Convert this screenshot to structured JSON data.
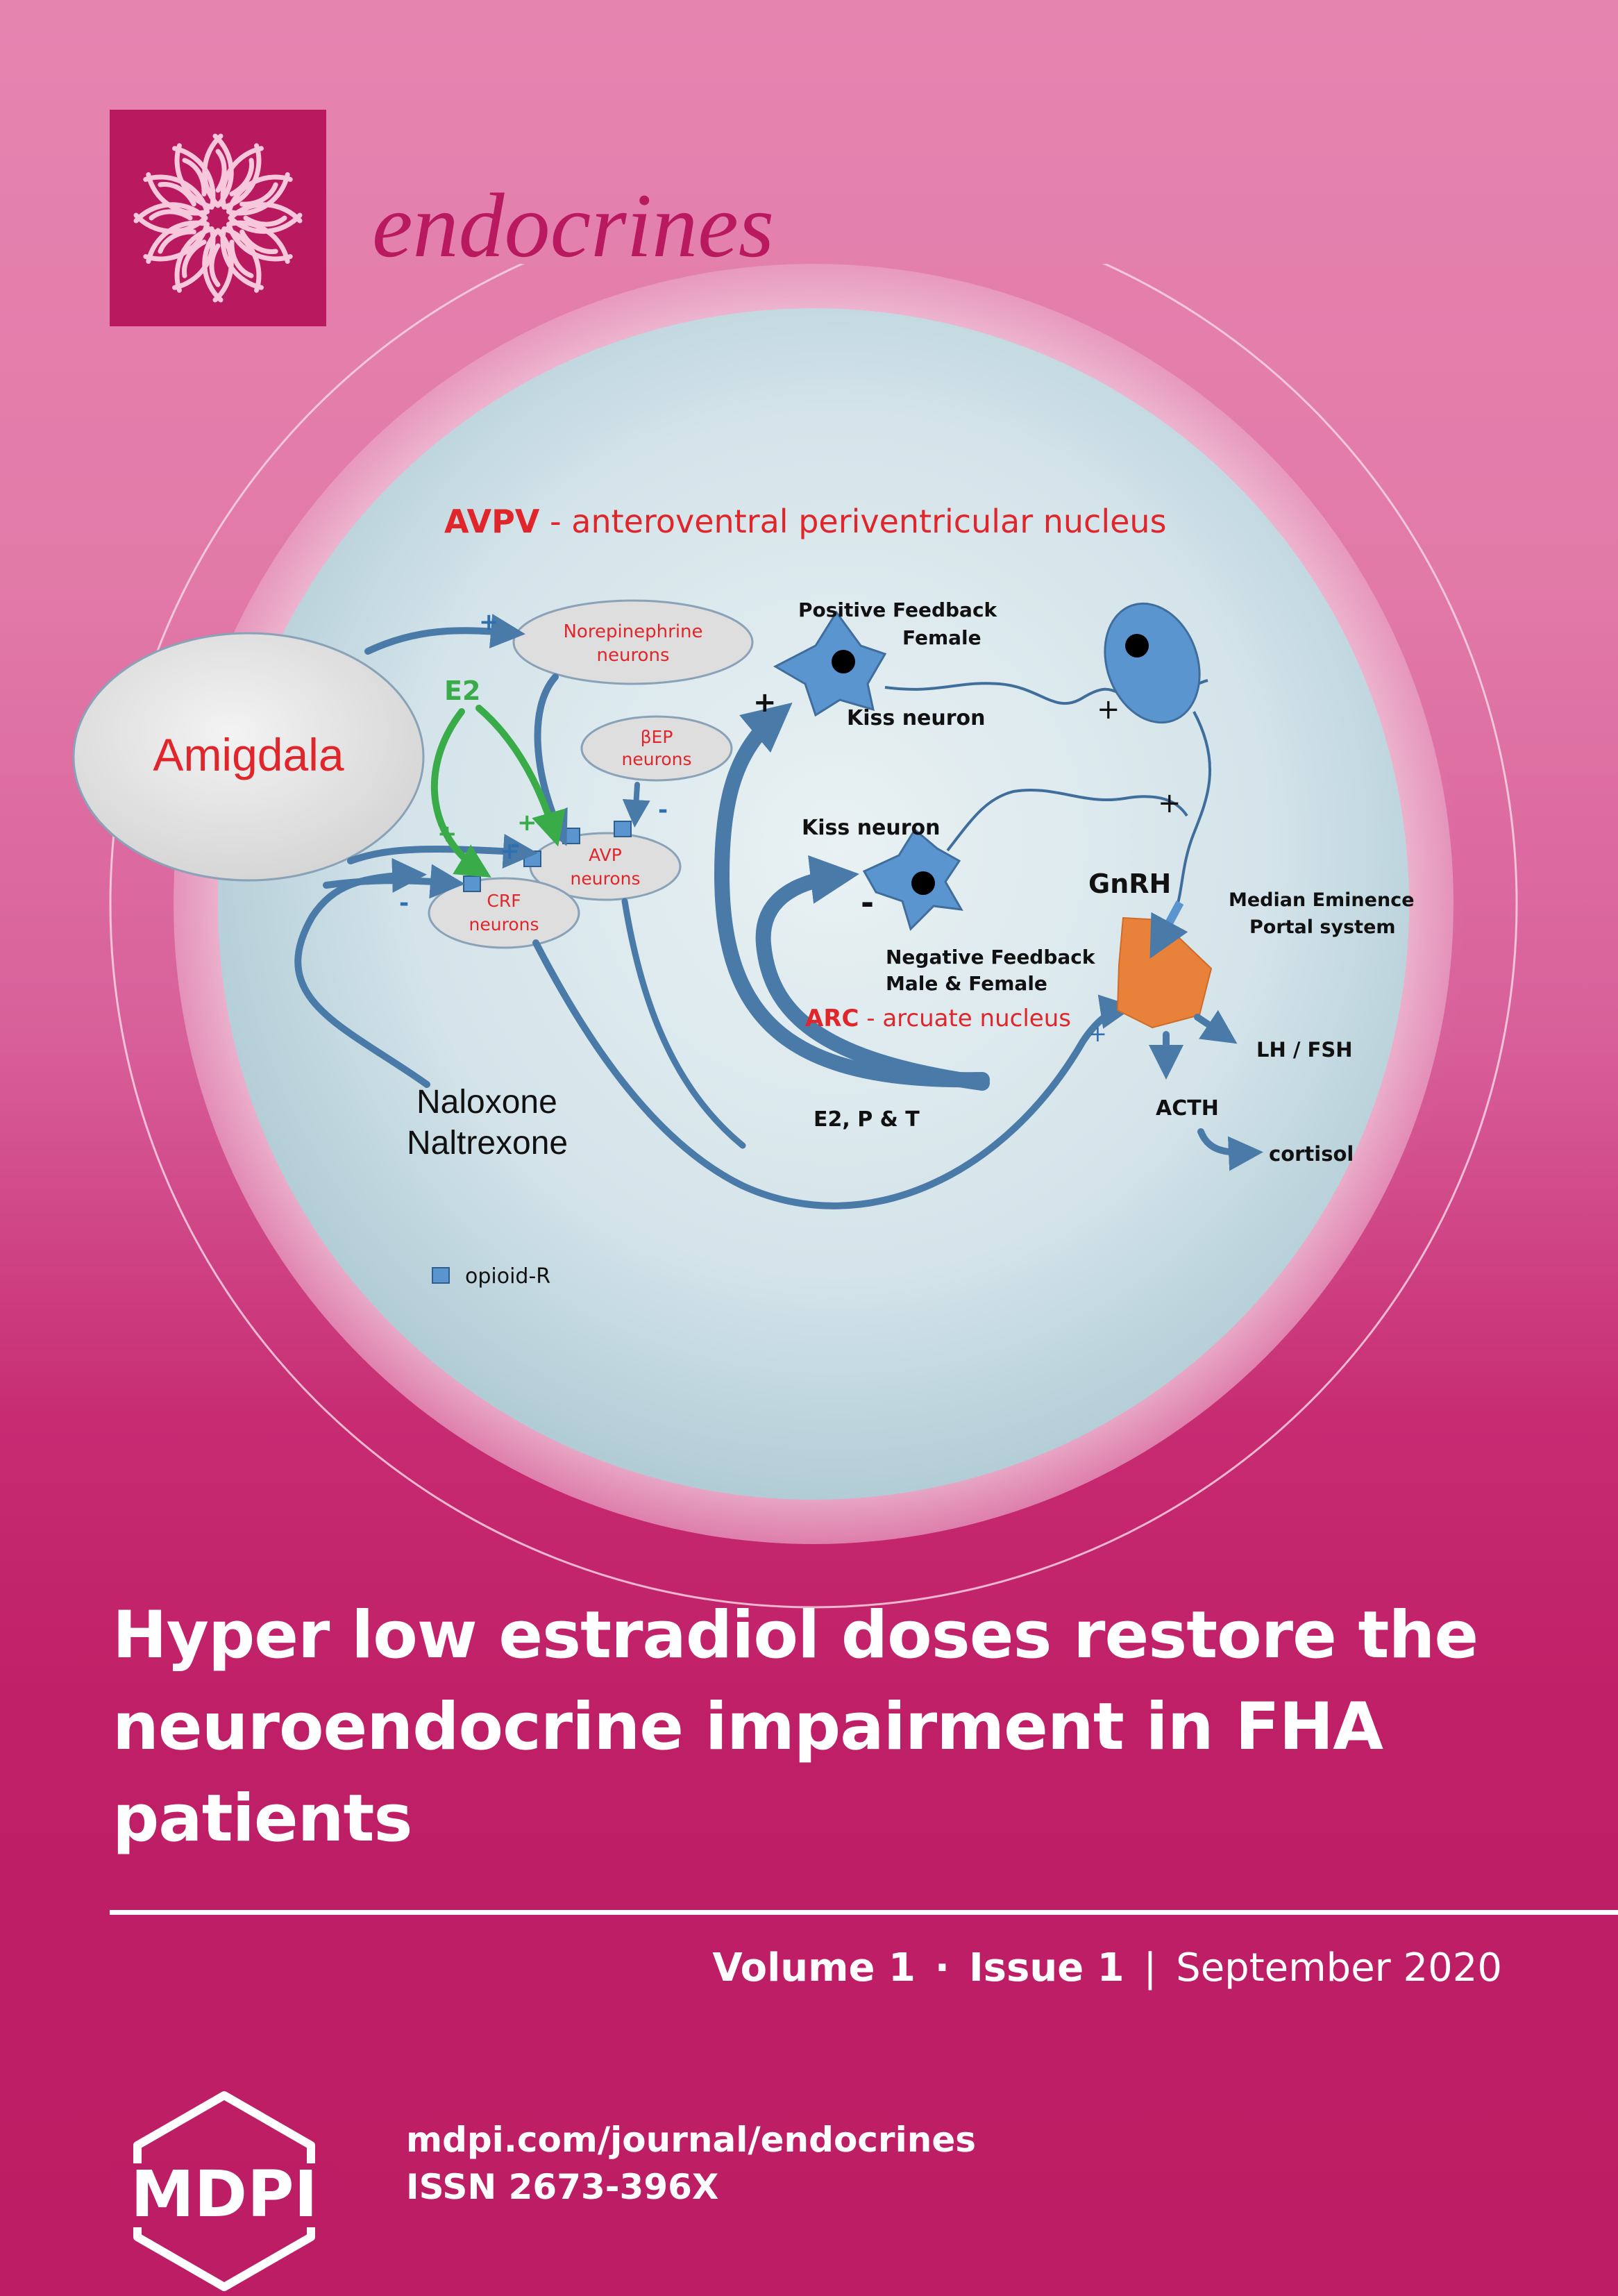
{
  "journal": {
    "name": "endocrines",
    "logo_icon": "floral-rosette-logo-icon",
    "brand_color": "#b8195f"
  },
  "diagram": {
    "avpv_abbr": "AVPV",
    "avpv_label": " - anteroventral periventricular nucleus",
    "amygdala": "Amigdala",
    "e2": "E2",
    "norepinephrine_line1": "Norepinephrine",
    "norepinephrine_line2": "neurons",
    "bep_line1": "βEP",
    "bep_line2": "neurons",
    "avp_line1": "AVP",
    "avp_line2": "neurons",
    "crf_line1": "CRF",
    "crf_line2": "neurons",
    "positive_feedback_line1": "Positive Feedback",
    "positive_feedback_line2": "Female",
    "kiss_neuron_top": "Kiss neuron",
    "kiss_neuron_mid": "Kiss neuron",
    "negative_feedback_line1": "Negative Feedback",
    "negative_feedback_line2": "Male & Female",
    "arc_abbr": "ARC",
    "arc_label": " - arcuate nucleus",
    "gnrh": "GnRH",
    "median_eminence_line1": "Median Eminence",
    "median_eminence_line2": "Portal system",
    "lh_fsh": "LH / FSH",
    "acth": "ACTH",
    "cortisol": "cortisol",
    "hormones": "E2, P & T",
    "naloxone": "Naloxone",
    "naltrexone": "Naltrexone",
    "opioid_legend": "opioid-R",
    "plus": "+",
    "minus": "-",
    "colors": {
      "sphere": "#d6e6ec",
      "arrow": "#4a7aa8",
      "neuron": "#5b95cf",
      "e2_arrow": "#3aab49",
      "label_red": "#e0262b",
      "pituitary": "#e8823a"
    }
  },
  "article": {
    "title": "Hyper low estradiol doses restore the neuroendocrine impairment in FHA patients"
  },
  "issue": {
    "volume": "Volume 1",
    "dot": "·",
    "issue": "Issue 1",
    "divider": "|",
    "date": "September 2020"
  },
  "footer": {
    "publisher": "MDPI",
    "url": "mdpi.com/journal/endocrines",
    "issn": "ISSN 2673-396X"
  }
}
